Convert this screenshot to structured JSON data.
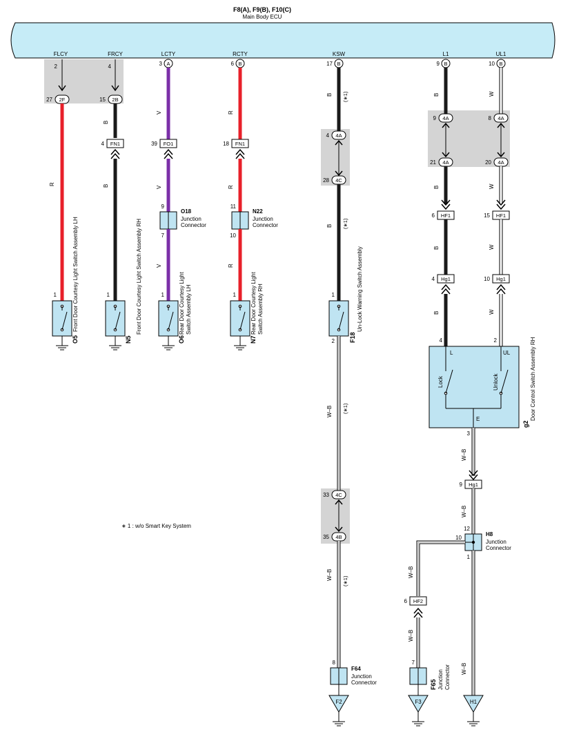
{
  "ecu": {
    "title": "F8(A), F9(B), F10(C)",
    "subtitle": "Main Body ECU",
    "terminals": [
      {
        "name": "FLCY",
        "pin": "2",
        "letter": ""
      },
      {
        "name": "FRCY",
        "pin": "4",
        "letter": ""
      },
      {
        "name": "LCTY",
        "pin": "3",
        "letter": "A"
      },
      {
        "name": "RCTY",
        "pin": "6",
        "letter": "B"
      },
      {
        "name": "KSW",
        "pin": "17",
        "letter": "B"
      },
      {
        "name": "L1",
        "pin": "9",
        "letter": "B"
      },
      {
        "name": "UL1",
        "pin": "10",
        "letter": "B"
      }
    ]
  },
  "wire_colors": {
    "R": "#e8202a",
    "B": "#1a1a1a",
    "V": "#7b2fa8",
    "W": "#ffffff",
    "WB": "#ffffff",
    "ecu_fill": "#c6ecf7",
    "gray": "#d4d4d4",
    "box": "#bfe4f2"
  },
  "wire_labels": {
    "R": "R",
    "B": "B",
    "V": "V",
    "W": "W",
    "WB": "W–B",
    "note1": "(∗1)"
  },
  "connectors": {
    "c2F": "2F",
    "c2B": "2B",
    "n27": "27",
    "n15": "15",
    "FN1": "FN1",
    "FO1": "FO1",
    "HF1": "HF1",
    "Hg1": "Hg1",
    "HF2": "HF2",
    "c4A": "4A",
    "c4C": "4C",
    "c4B": "4B",
    "n4": "4",
    "n39": "39",
    "n18": "18",
    "n9": "9",
    "n7": "7",
    "n11": "11",
    "n10": "10",
    "n8": "8",
    "n21": "21",
    "n20": "20",
    "n28": "28",
    "n6": "6",
    "n1": "1",
    "n2": "2",
    "n3": "3",
    "n12": "12",
    "n33": "33",
    "n35": "35"
  },
  "components": {
    "O5": {
      "code": "O5",
      "name": "Front Door Courtesy Light Switch Assembly LH"
    },
    "N5": {
      "code": "N5",
      "name": "Front Door Courtesy Light Switch Assembly RH"
    },
    "O6": {
      "code": "O6",
      "name1": "Rear Door Courtesy Light",
      "name2": "Switch Assembly LH"
    },
    "N7": {
      "code": "N7",
      "name1": "Rear Door Courtesy Light",
      "name2": "Switch Assembly RH"
    },
    "F18": {
      "code": "F18",
      "name": "Un-Lock Warning Switch Assembly"
    },
    "g2": {
      "code": "g2",
      "name": "Door Control Switch Assembly RH",
      "lock": "Lock",
      "unlock": "Unlock",
      "L": "L",
      "UL": "UL",
      "E": "E"
    },
    "O18": {
      "code": "O18",
      "l1": "Junction",
      "l2": "Connector"
    },
    "N22": {
      "code": "N22",
      "l1": "Junction",
      "l2": "Connector"
    },
    "H8": {
      "code": "H8",
      "l1": "Junction",
      "l2": "Connector"
    },
    "F64": {
      "code": "F64",
      "l1": "Junction",
      "l2": "Connector"
    },
    "F65": {
      "code": "F65",
      "l1": "Junction",
      "l2": "Connector"
    }
  },
  "grounds": {
    "F2": "F2",
    "F3": "F3",
    "H1": "H1"
  },
  "note": "∗ 1 : w/o Smart Key System"
}
